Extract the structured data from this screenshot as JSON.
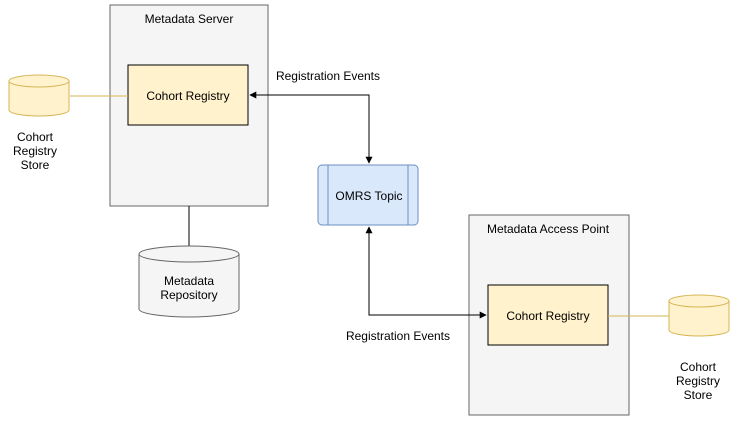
{
  "diagram": {
    "colors": {
      "container_fill": "#f5f5f5",
      "container_stroke": "#666666",
      "registry_fill": "#fff2cc",
      "registry_stroke": "#000000",
      "store_fill": "#fff2cc",
      "store_stroke": "#d6b656",
      "topic_fill": "#dae8fc",
      "topic_stroke": "#6c8ebf",
      "repo_fill": "#f5f5f5",
      "repo_stroke": "#666666",
      "edge": "#000000",
      "store_link": "#d6b656"
    },
    "metadata_server": {
      "title": "Metadata Server",
      "cohort_registry": "Cohort Registry"
    },
    "metadata_access_point": {
      "title": "Metadata Access Point",
      "cohort_registry": "Cohort Registry"
    },
    "omrs_topic": "OMRS Topic",
    "metadata_repository": [
      "Metadata",
      "Repository"
    ],
    "store_left": [
      "Cohort",
      "Registry",
      "Store"
    ],
    "store_right": [
      "Cohort",
      "Registry",
      "Store"
    ],
    "edges": {
      "top_label": "Registration Events",
      "bottom_label": "Registration Events"
    }
  }
}
